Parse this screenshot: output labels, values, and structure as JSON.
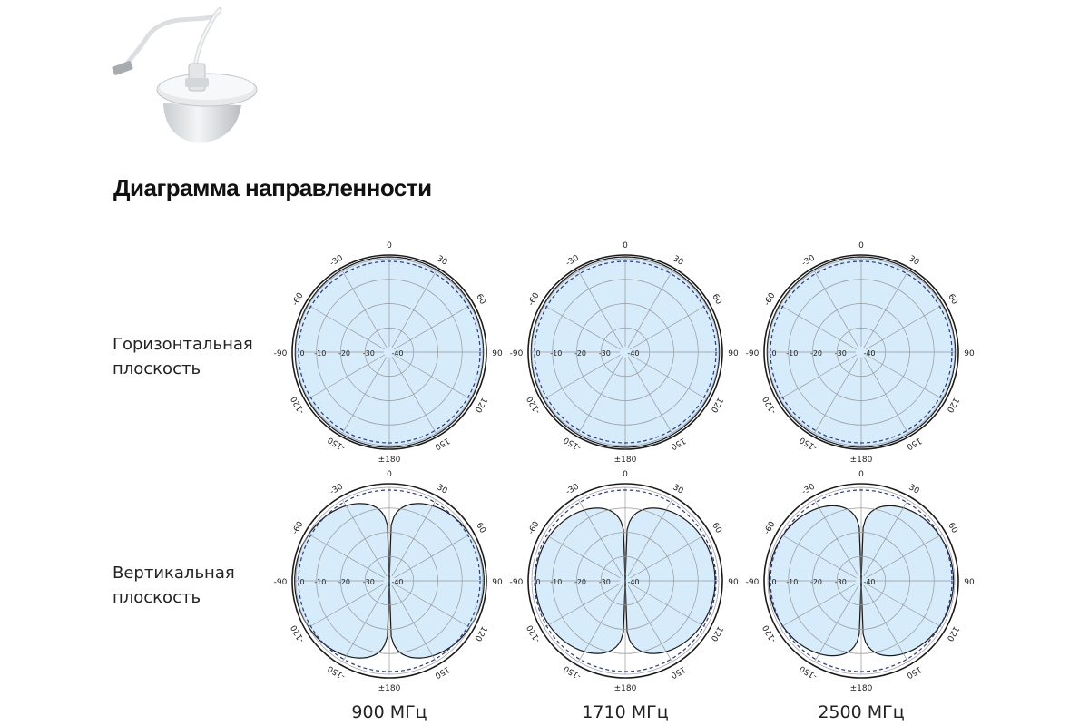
{
  "title": "Диаграмма направленности",
  "rows": [
    {
      "label_line1": "Горизонтальная",
      "label_line2": "плоскость"
    },
    {
      "label_line1": "Вертикальная",
      "label_line2": "плоскость"
    }
  ],
  "frequencies": [
    "900 МГц",
    "1710 МГц",
    "2500 МГц"
  ],
  "angle_labels": [
    "0",
    "30",
    "60",
    "90",
    "120",
    "150",
    "±180",
    "-150",
    "-120",
    "-90",
    "-60",
    "-30"
  ],
  "radial_labels": [
    "0",
    "-10",
    "-20",
    "-30",
    "-40"
  ],
  "colors": {
    "fill": "#d6ecfa",
    "outline": "#1a1a1a",
    "dashed": "#2a3a8c",
    "grid": "#999999"
  },
  "chart_data": {
    "type": "polar",
    "units": "dB",
    "radial_range": [
      -40,
      0
    ],
    "angle_direction": "clockwise, 0 at top",
    "patterns": [
      {
        "row": "horizontal",
        "frequency": "900 МГц",
        "shape": "omnidirectional",
        "level_db": -1
      },
      {
        "row": "horizontal",
        "frequency": "1710 МГц",
        "shape": "omnidirectional",
        "level_db": -1
      },
      {
        "row": "horizontal",
        "frequency": "2500 МГц",
        "shape": "omnidirectional",
        "level_db": -1
      },
      {
        "row": "vertical",
        "frequency": "900 МГц",
        "shape": "figure-eight",
        "peak_db": -1,
        "null_db": -40
      },
      {
        "row": "vertical",
        "frequency": "1710 МГц",
        "shape": "figure-eight",
        "peak_db": -3,
        "null_db": -40
      },
      {
        "row": "vertical",
        "frequency": "2500 МГц",
        "shape": "figure-eight",
        "peak_db": -2,
        "null_db": -40
      }
    ]
  }
}
